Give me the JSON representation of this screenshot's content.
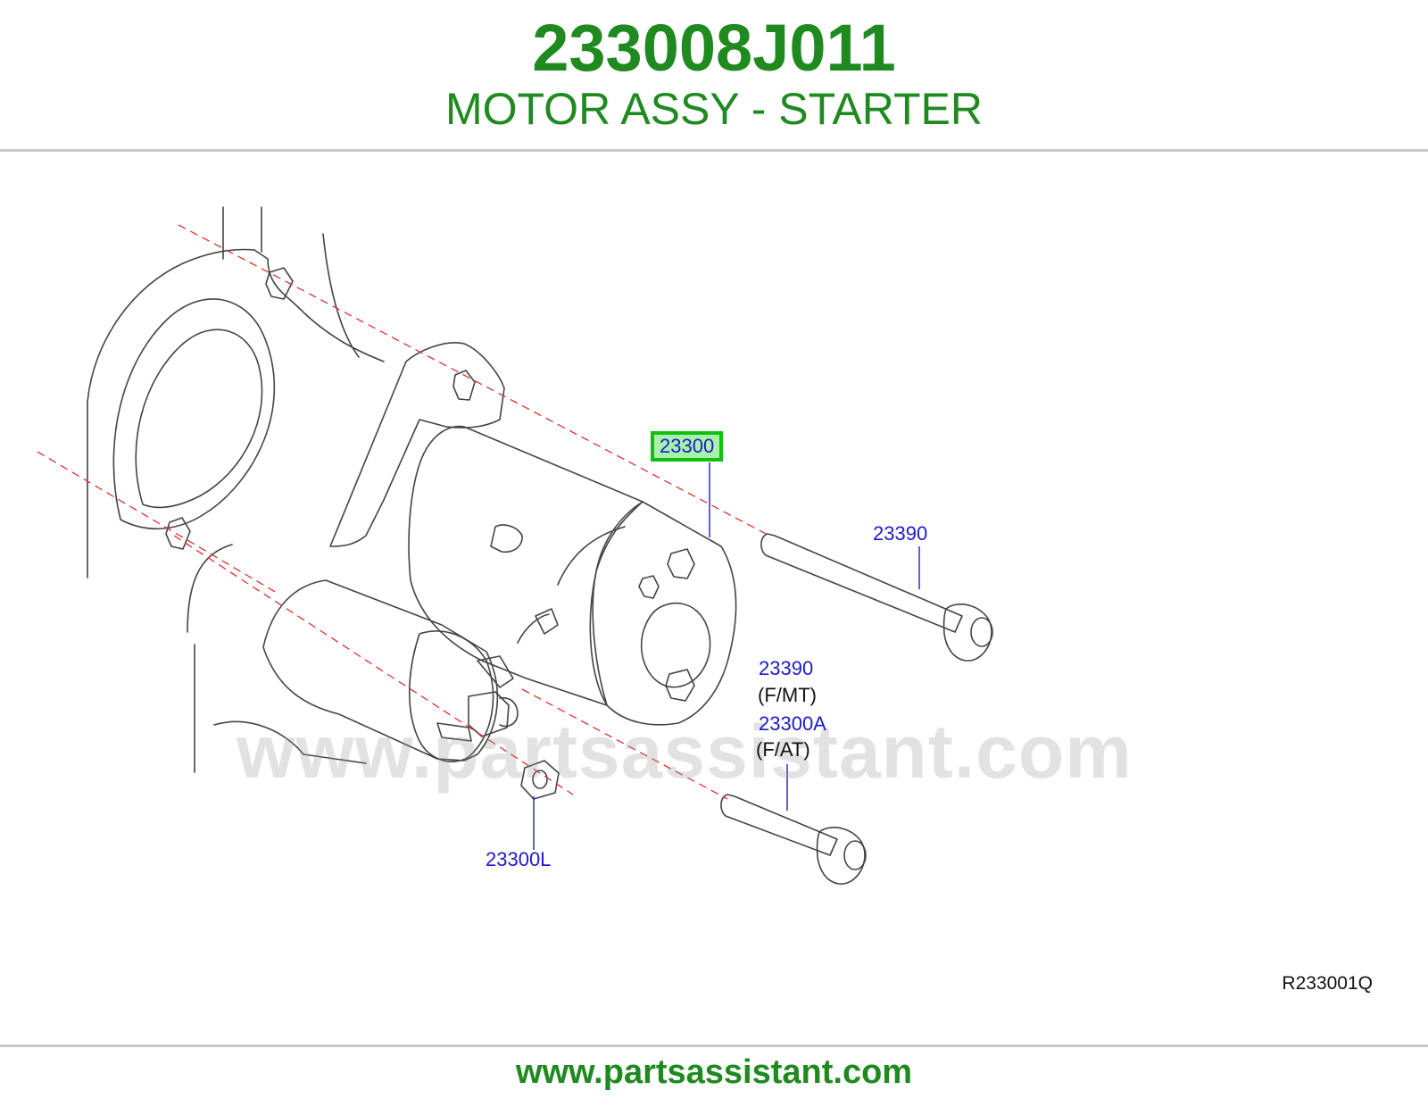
{
  "header": {
    "part_number": "233008J011",
    "description": "MOTOR ASSY - STARTER"
  },
  "diagram": {
    "watermark": "www.partsassistant.com",
    "reference_code": "R233001Q",
    "callouts": [
      {
        "id": "starter-motor",
        "label": "23300",
        "highlighted": true
      },
      {
        "id": "bolt-upper",
        "label": "23390",
        "highlighted": false
      },
      {
        "id": "bolt-lower",
        "label": "23390",
        "note": "(F/MT)",
        "highlighted": false
      },
      {
        "id": "bolt-lower-at",
        "label": "23300A",
        "note": "(F/AT)",
        "highlighted": false
      },
      {
        "id": "nut",
        "label": "23300L",
        "highlighted": false
      }
    ],
    "colors": {
      "highlight_border": "#10c010",
      "highlight_fill": "#a9f0a9",
      "callout_text": "#1b1bd0",
      "title": "#1f8a1f",
      "centerline": "#e03030"
    }
  },
  "footer": {
    "url": "www.partsassistant.com"
  }
}
